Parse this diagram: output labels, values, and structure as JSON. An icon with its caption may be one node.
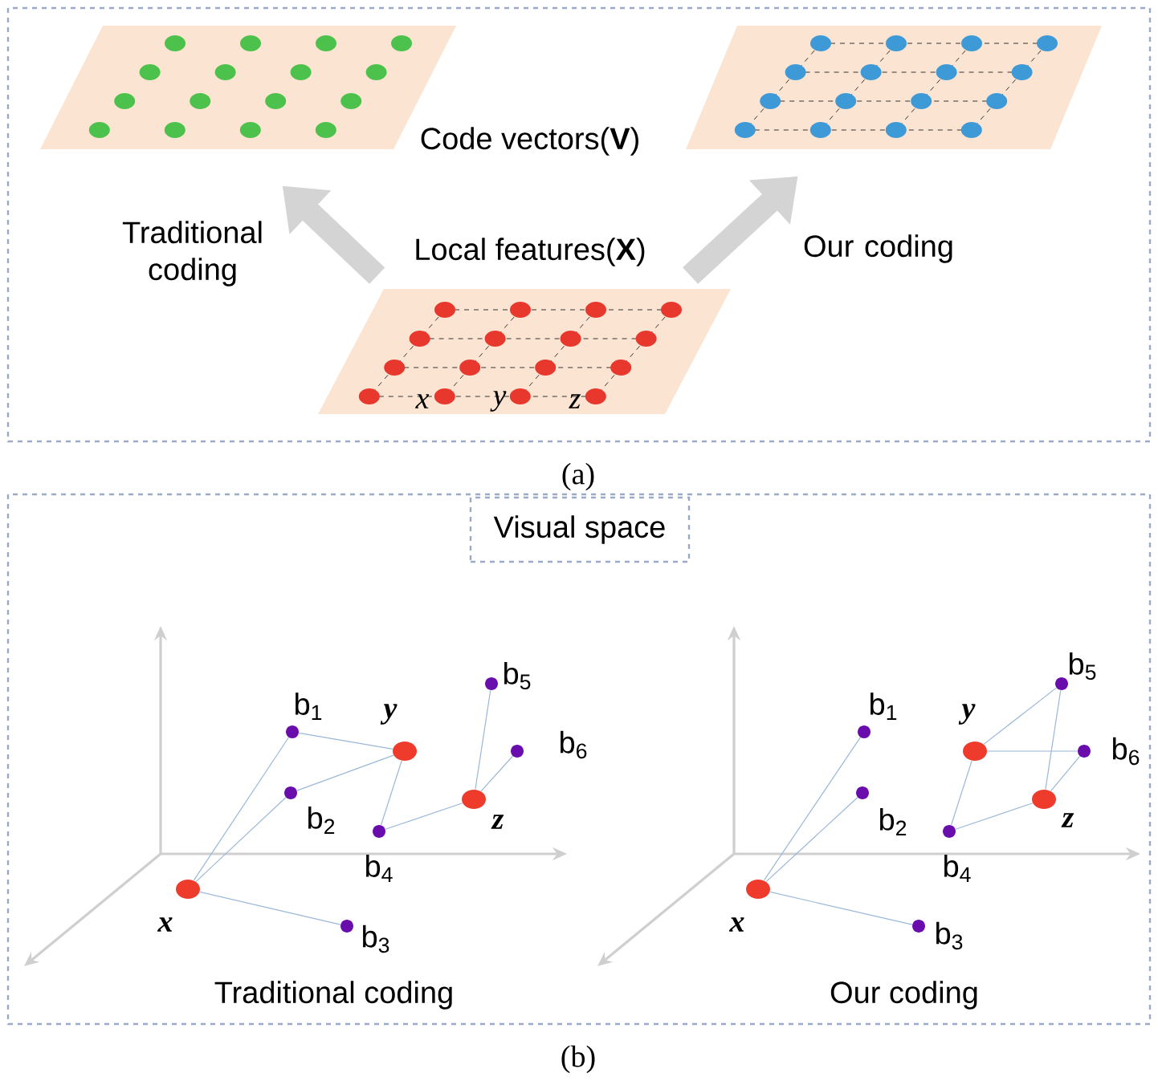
{
  "diagram": {
    "nodes": [
      {
        "text": [],
        "shape": "parallelogram"
      },
      {
        "text": [],
        "shape": "parallelogram"
      },
      {
        "text": [],
        "shape": "parallelogram",
        "beside": [
          "Local features(**X**)"
        ]
      },
      {
        "text": [
          "Visual space"
        ]
      },
      {
        "text": [],
        "shape": "circle",
        "beside": [
          "x"
        ]
      },
      {
        "text": [],
        "shape": "circle",
        "beside": [
          "y"
        ]
      },
      {
        "text": [],
        "shape": "circle",
        "beside": [
          "z"
        ]
      },
      {
        "text": [],
        "shape": "circle",
        "beside": [
          "b$_{1}$"
        ]
      },
      {
        "text": [],
        "shape": "circle",
        "beside": [
          "b$_{2}$"
        ]
      },
      {
        "text": [],
        "shape": "circle",
        "beside": [
          "b$_{3}$"
        ]
      },
      {
        "text": [],
        "shape": "circle",
        "beside": [
          "b$_{4}$"
        ]
      },
      {
        "text": [],
        "shape": "circle",
        "beside": [
          "b$_{5}$"
        ]
      },
      {
        "text": [],
        "shape": "circle",
        "beside": [
          "b$_{6}$"
        ]
      },
      {
        "text": [],
        "shape": "circle",
        "beside": [
          "x"
        ]
      },
      {
        "text": [],
        "shape": "circle",
        "beside": [
          "y"
        ]
      },
      {
        "text": [],
        "shape": "circle",
        "beside": [
          "z"
        ]
      },
      {
        "text": [],
        "shape": "circle",
        "beside": [
          "b$_{1}$"
        ]
      },
      {
        "text": [],
        "shape": "circle",
        "beside": [
          "b$_{2}$"
        ]
      },
      {
        "text": [],
        "shape": "circle",
        "beside": [
          "b$_{3}$"
        ]
      },
      {
        "text": [],
        "shape": "circle",
        "beside": [
          "b$_{4}$"
        ]
      },
      {
        "text": [],
        "shape": "circle",
        "beside": [
          "b$_{5}$"
        ]
      },
      {
        "text": [],
        "shape": "circle",
        "beside": [
          "b$_{6}$"
        ]
      }
    ],
    "edges": [
      {
        "from": 2,
        "to": 0,
        "arrow": "to",
        "label": "Traditional coding",
        "style": "thick",
        "color": "#d4d4d4"
      },
      {
        "from": 2,
        "to": 1,
        "arrow": "to",
        "label": "Our coding",
        "style": "thick",
        "color": "#d4d4d4"
      },
      {
        "from": 4,
        "to": 7,
        "arrow": "none"
      },
      {
        "from": 4,
        "to": 8,
        "arrow": "none"
      },
      {
        "from": 4,
        "to": 9,
        "arrow": "none"
      },
      {
        "from": 5,
        "to": 7,
        "arrow": "none"
      },
      {
        "from": 5,
        "to": 8,
        "arrow": "none"
      },
      {
        "from": 5,
        "to": 10,
        "arrow": "none"
      },
      {
        "from": 6,
        "to": 10,
        "arrow": "none"
      },
      {
        "from": 6,
        "to": 11,
        "arrow": "none"
      },
      {
        "from": 6,
        "to": 12,
        "arrow": "none"
      },
      {
        "from": 13,
        "to": 16,
        "arrow": "none"
      },
      {
        "from": 13,
        "to": 17,
        "arrow": "none"
      },
      {
        "from": 13,
        "to": 18,
        "arrow": "none"
      },
      {
        "from": 14,
        "to": 19,
        "arrow": "none"
      },
      {
        "from": 14,
        "to": 20,
        "arrow": "none"
      },
      {
        "from": 14,
        "to": 21,
        "arrow": "none"
      },
      {
        "from": 15,
        "to": 19,
        "arrow": "none"
      },
      {
        "from": 15,
        "to": 20,
        "arrow": "none"
      },
      {
        "from": 15,
        "to": 21,
        "arrow": "none"
      }
    ],
    "labels": [
      "Code vectors(**V**)",
      "x",
      "y",
      "z",
      "(a)",
      "Traditional coding",
      "Our coding",
      "(b)"
    ]
  }
}
